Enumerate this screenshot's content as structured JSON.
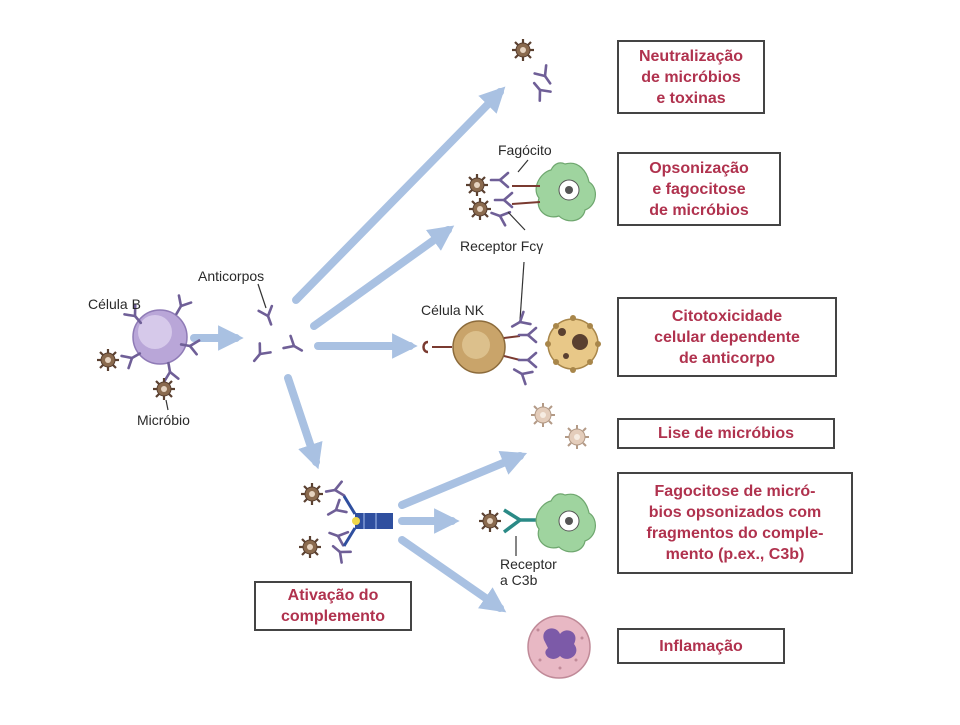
{
  "outcomes": {
    "neutralization": [
      "Neutralização",
      "de micróbios",
      "e toxinas"
    ],
    "opsonization": [
      "Opsonização",
      "e fagocitose",
      "de micróbios"
    ],
    "adcc": [
      "Citotoxicidade",
      "celular dependente",
      "de anticorpo"
    ],
    "lysis": [
      "Lise de micróbios"
    ],
    "complement_phagocytosis": [
      "Fagocitose de micró-",
      "bios opsonizados com",
      "fragmentos do comple-",
      "mento (p.ex., C3b)"
    ],
    "inflammation": [
      "Inflamação"
    ],
    "complement_activation": [
      "Ativação do",
      "complemento"
    ]
  },
  "labels": {
    "b_cell": "Célula B",
    "antibodies": "Anticorpos",
    "microbe": "Micróbio",
    "phagocyte": "Fagócito",
    "fc_receptor": "Receptor Fcγ",
    "nk_cell": "Célula NK",
    "c3b_receptor": [
      "Receptor",
      "a C3b"
    ]
  },
  "colors": {
    "arrow": "#a9c1e2",
    "box_text": "#b0324e",
    "box_border": "#444444",
    "b_cell": "#b9a6d8",
    "microbe": "#8a6a4e",
    "antibody": "#6f5f97",
    "phagocyte": "#9fd49f",
    "nk_cell": "#c9a46a",
    "target_cell": "#e8c888",
    "complement": "#2f4f9f",
    "inflammatory_cell": "#e8b8c4"
  }
}
